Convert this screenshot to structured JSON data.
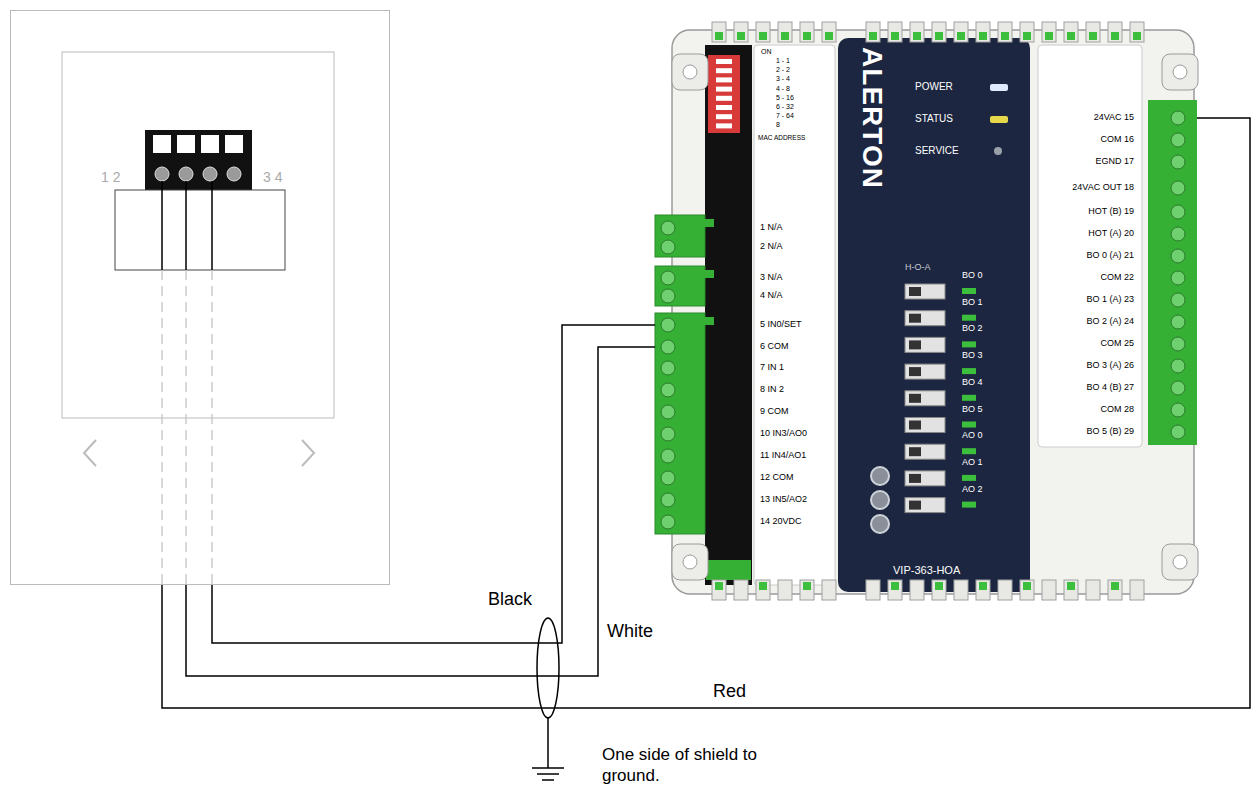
{
  "diagram": {
    "nodes": [
      {
        "text": [
          "1 2",
          "3 4"
        ]
      },
      {
        "text": [
          "ALERTON",
          "POWER",
          "STATUS",
          "SERVICE",
          "H-O-A",
          "BO 0",
          "BO 1",
          "BO 2",
          "BO 3",
          "BO 4",
          "BO 5",
          "AO 0",
          "AO 1",
          "AO 2",
          "VIP-363-HOA",
          "ON",
          "1 - 1",
          "2 - 2",
          "3 - 4",
          "4 - 8",
          "5 - 16",
          "6 - 32",
          "7 - 64",
          "8",
          "MAC ADDRESS",
          "1 N/A",
          "2 N/A",
          "3 N/A",
          "4 N/A",
          "5 IN0/SET",
          "6 COM",
          "7 IN 1",
          "8 IN 2",
          "9 COM",
          "10 IN3/AO0",
          "11 IN4/AO1",
          "12 COM",
          "13 IN5/AO2",
          "14 20VDC",
          "24VAC 15",
          "COM 16",
          "EGND 17",
          "24VAC OUT 18",
          "HOT (B) 19",
          "HOT (A) 20",
          "BO 0 (A) 21",
          "COM 22",
          "BO 1 (A) 23",
          "BO 2 (A) 24",
          "COM 25",
          "BO 3 (A) 26",
          "BO 4 (B) 27",
          "COM 28",
          "BO 5 (B) 29"
        ]
      }
    ],
    "edges": [
      {
        "from": 0,
        "to": 1,
        "arrow": "none",
        "label": "Black"
      },
      {
        "from": 0,
        "to": 1,
        "arrow": "none",
        "label": "White"
      },
      {
        "from": 0,
        "to": 1,
        "arrow": "none",
        "label": "Red"
      }
    ],
    "labels": [
      "One side of shield to ground."
    ]
  }
}
